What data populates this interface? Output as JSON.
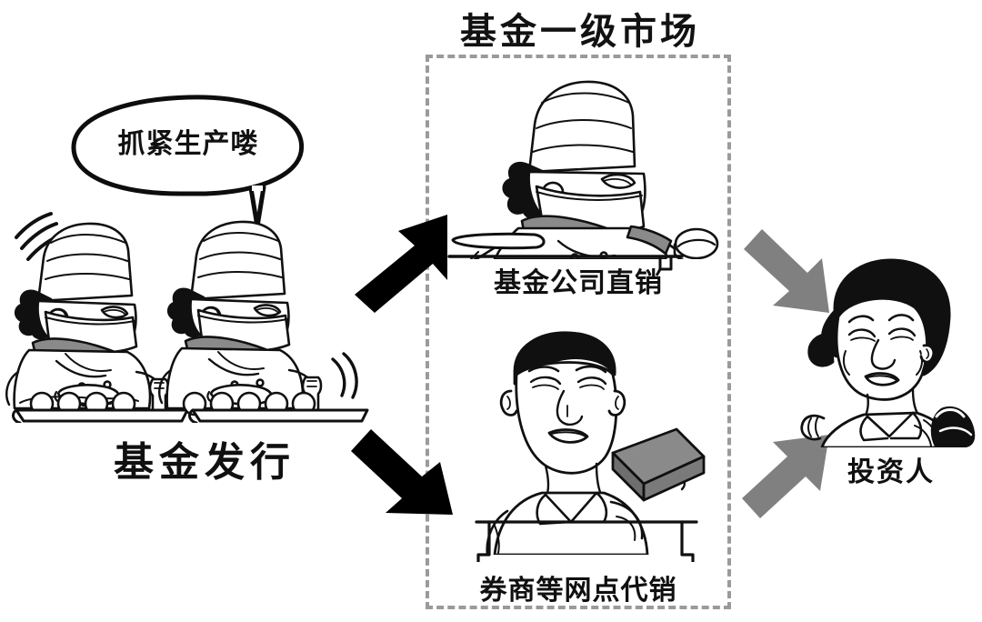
{
  "diagram": {
    "title": "基金一级市场",
    "background_color": "#ffffff",
    "ink_color": "#111111",
    "accent_gray": "#808080",
    "dashed_border_color": "#9a9a9a"
  },
  "speech": {
    "text": "抓紧生产喽",
    "speaker": "fund-production-chef"
  },
  "labels": {
    "issue": "基金发行",
    "direct_sales": "基金公司直销",
    "agency_sales": "券商等网点代销",
    "investor": "投资人"
  },
  "figures": [
    {
      "name": "chef-left-back",
      "role": "基金发行",
      "description": "戴高帽口罩的厨师",
      "accessory_color": "#8a8a8a"
    },
    {
      "name": "chef-left-front",
      "role": "基金发行",
      "description": "戴高帽口罩的厨师",
      "accessory_color": "#8a8a8a"
    },
    {
      "name": "chef-direct-sales",
      "role": "基金公司直销",
      "description": "厨师递出包子",
      "accessory_color": "#8a8a8a"
    },
    {
      "name": "salesman-agency",
      "role": "券商等网点代销",
      "description": "柜台销售员手持盒装产品",
      "accessory_color": "#6e6e6e"
    },
    {
      "name": "investor-woman",
      "role": "投资人",
      "description": "手拎包的女性投资人",
      "accessory_color": "#111111"
    }
  ],
  "arrows": [
    {
      "name": "arrow-issue-to-direct",
      "color": "#000000",
      "direction": "up-right",
      "from": "基金发行",
      "to": "基金公司直销"
    },
    {
      "name": "arrow-issue-to-agency",
      "color": "#000000",
      "direction": "down-right",
      "from": "基金发行",
      "to": "券商等网点代销"
    },
    {
      "name": "arrow-direct-to-investor",
      "color": "#808080",
      "direction": "down-right",
      "from": "基金公司直销",
      "to": "投资人"
    },
    {
      "name": "arrow-agency-to-investor",
      "color": "#808080",
      "direction": "up-right",
      "from": "券商等网点代销",
      "to": "投资人"
    }
  ]
}
